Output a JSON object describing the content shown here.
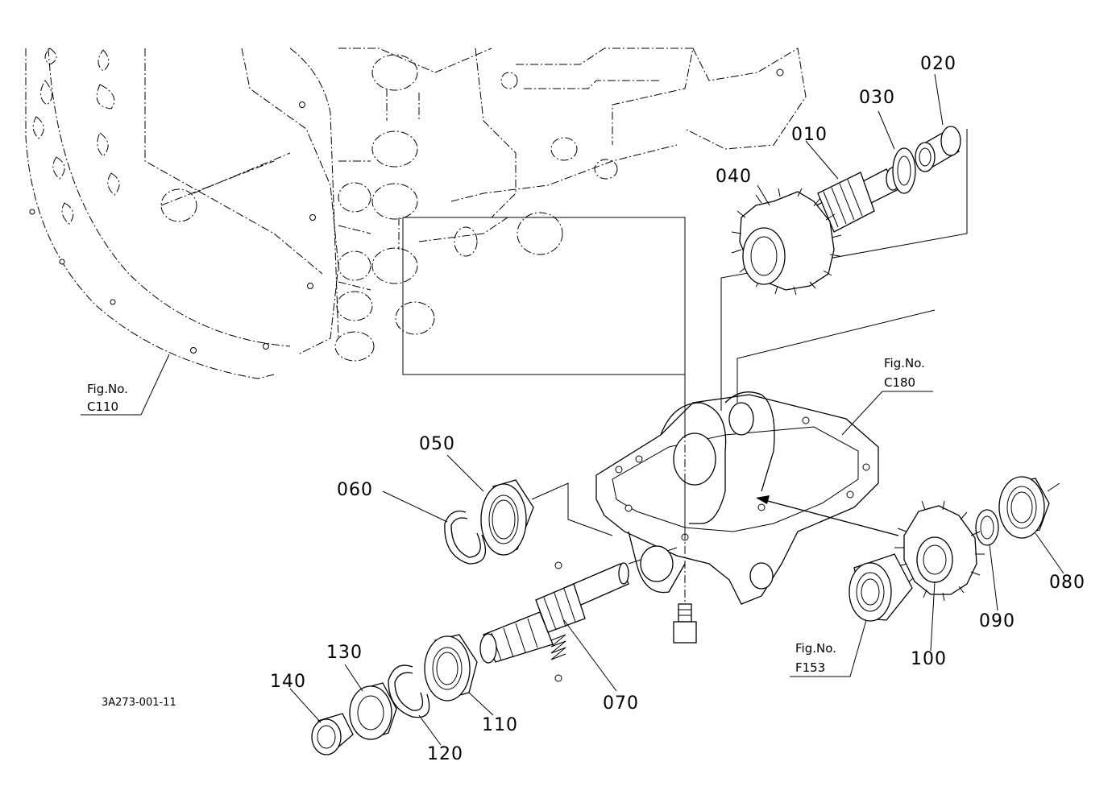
{
  "drawing_code": "3A273-001-11",
  "fig_refs": [
    {
      "id": "c110",
      "line1": "Fig.No.",
      "line2": "C110"
    },
    {
      "id": "c180",
      "line1": "Fig.No.",
      "line2": "C180"
    },
    {
      "id": "f153",
      "line1": "Fig.No.",
      "line2": "F153"
    }
  ],
  "parts": [
    "010",
    "020",
    "030",
    "040",
    "050",
    "060",
    "070",
    "080",
    "090",
    "100",
    "110",
    "120",
    "130",
    "140"
  ]
}
